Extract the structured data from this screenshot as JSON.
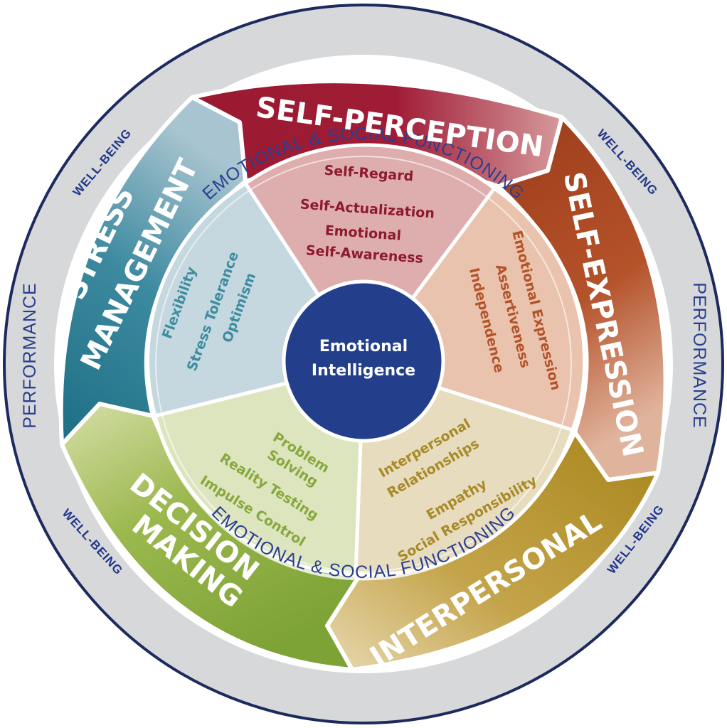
{
  "center": {
    "line1": "Emotional",
    "line2": "Intelligence"
  },
  "outer_ring": {
    "top": "EMOTIONAL & SOCIAL FUNCTIONING",
    "bottom": "EMOTIONAL & SOCIAL FUNCTIONING",
    "left": "PERFORMANCE",
    "right": "PERFORMANCE",
    "wellbeing_upper_left": "WELL-BEING",
    "wellbeing_upper_right": "WELL-BEING",
    "wellbeing_lower_left": "WELL-BEING",
    "wellbeing_lower_right": "WELL-BEING"
  },
  "composites": {
    "self_perception": {
      "title": "SELF-PERCEPTION",
      "subscales": [
        "Self-Regard",
        "Self-Actualization",
        "Emotional",
        "Self-Awareness"
      ],
      "color": "#9e1b32"
    },
    "self_expression": {
      "title": "SELF-EXPRESSION",
      "subscales": [
        "Emotional Expression",
        "Assertiveness",
        "Independence"
      ],
      "color": "#a8441f"
    },
    "interpersonal": {
      "title": "INTERPERSONAL",
      "subscales": [
        "Interpersonal",
        "Relationships",
        "Empathy",
        "Social Responsibility"
      ],
      "color": "#b8922e"
    },
    "decision_making": {
      "title_line1": "DECISION",
      "title_line2": "MAKING",
      "subscales": [
        "Problem",
        "Solving",
        "Reality Testing",
        "Impulse Control"
      ],
      "color": "#7fa33a"
    },
    "stress_management": {
      "title_line1": "STRESS",
      "title_line2": "MANAGEMENT",
      "subscales": [
        "Flexibility",
        "Stress Tolerance",
        "Optimism"
      ],
      "color": "#2a7f92"
    }
  }
}
